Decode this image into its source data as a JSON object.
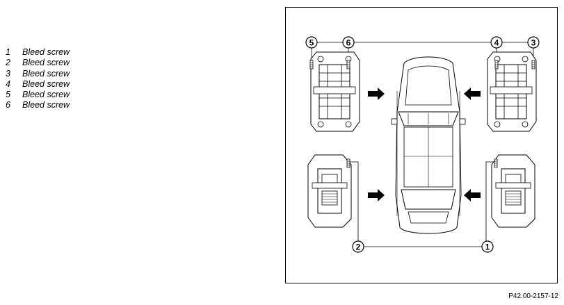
{
  "legend": {
    "items": [
      {
        "number": "1",
        "label": "Bleed screw"
      },
      {
        "number": "2",
        "label": "Bleed screw"
      },
      {
        "number": "3",
        "label": "Bleed screw"
      },
      {
        "number": "4",
        "label": "Bleed screw"
      },
      {
        "number": "5",
        "label": "Bleed screw"
      },
      {
        "number": "6",
        "label": "Bleed screw"
      }
    ]
  },
  "figure": {
    "reference": "P42.00-2157-12",
    "callouts": {
      "c1": "1",
      "c2": "2",
      "c3": "3",
      "c4": "4",
      "c5": "5",
      "c6": "6"
    }
  }
}
